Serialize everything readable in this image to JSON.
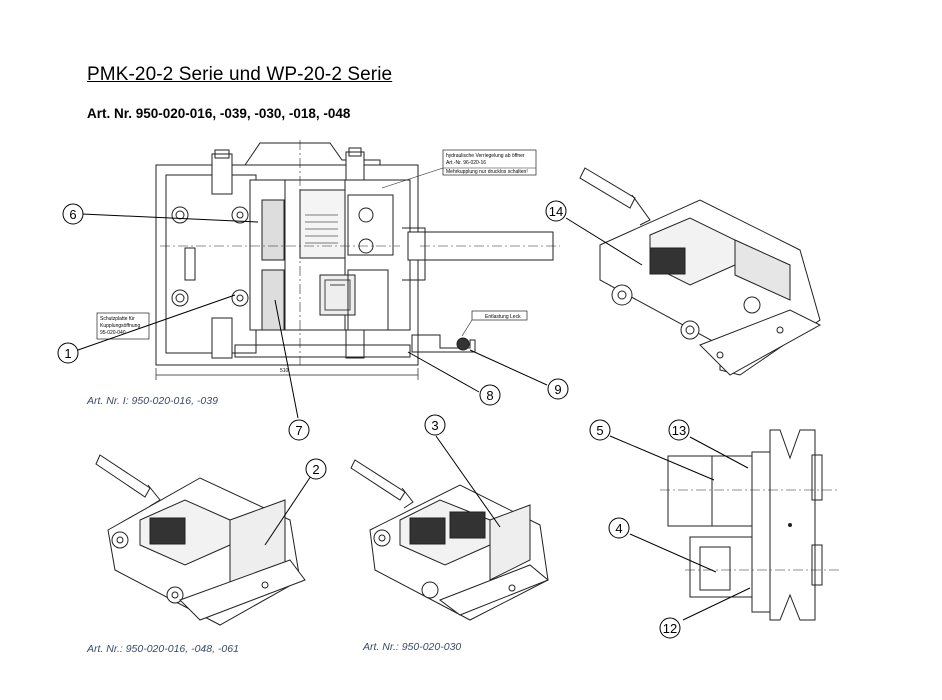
{
  "document": {
    "title": "PMK-20-2 Serie und WP-20-2 Serie",
    "subtitle": "Art. Nr. 950-020-016, -039, -030, -018, -048"
  },
  "captions": {
    "main": "Art. Nr.  I: 950-020-016, -039",
    "left": "Art. Nr.: 950-020-016, -048, -061",
    "middle": "Art. Nr.: 950-020-030"
  },
  "callouts": [
    "1",
    "2",
    "3",
    "4",
    "5",
    "6",
    "7",
    "8",
    "9",
    "12",
    "13",
    "14"
  ],
  "drawing_notes": {
    "note_top_1": "hydraulische Verriegelung ab öffner",
    "note_top_2": "Art.-Nr. 96-020-16",
    "note_top_3": "Mehrkupplung nur drucklos schalten!",
    "note_left_1": "Schutzplatte für",
    "note_left_2": "Kupplungsöffnung",
    "note_left_3": "95-020-040",
    "note_right": "Entlastung Leck",
    "dimension": "510"
  }
}
